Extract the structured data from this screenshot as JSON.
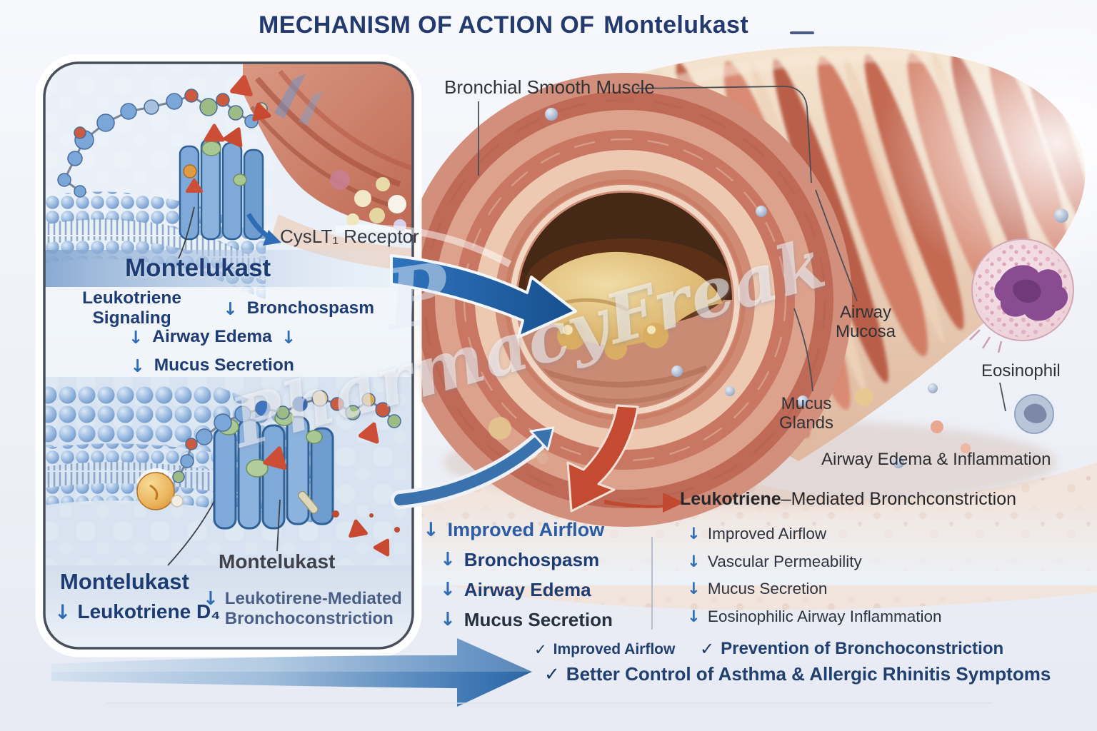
{
  "title": {
    "caps": "MECHANISM OF ACTION OF",
    "drug": "Montelukast"
  },
  "glyphs": {
    "down_arrow": "↓",
    "check": "✓"
  },
  "colors": {
    "title_navy": "#223a6d",
    "arrow_blue": "#2e6db5",
    "arrow_red": "#c0492f",
    "highlight_blue": "#2a5ca6",
    "membrane_blue": "#7fa9d8",
    "muscle_pink": "#cf7a64"
  },
  "inset_top": {
    "receptor_label": "CysLT₁ Receptor",
    "drug_label": "Montelukast",
    "effects": {
      "line1_left": "Leukotriene Signaling",
      "line1_right": "Bronchospasm",
      "line2": "Airway Edema",
      "line3": "Mucus Secretion"
    }
  },
  "inset_bottom": {
    "drug_label_left": "Montelukast",
    "drug_label_center": "Montelukast",
    "leukotriene_d4": "Leukotriene D₄",
    "mediated_line1": "Leukotirene-Mediated",
    "mediated_line2": "Bronchoconstriction"
  },
  "anatomy": {
    "bronchial_smooth_muscle": "Bronchial Smooth Muscle",
    "airway_mucosa_line1": "Airway",
    "airway_mucosa_line2": "Mucosa",
    "mucus_glands_line1": "Mucus",
    "mucus_glands_line2": "Glands",
    "eosinophil": "Eosinophil",
    "airway_edema_inflammation": "Airway Edema & Inflammation"
  },
  "center_outcomes": {
    "items": [
      "Improved Airflow",
      "Bronchospasm",
      "Airway Edema",
      "Mucus Secretion"
    ]
  },
  "right_outcomes": {
    "header_bold": "Leukotriene",
    "header_rest": "–Mediated Bronchconstriction",
    "items": [
      "Improved Airflow",
      "Vascular Permeability",
      "Mucus Secretion",
      "Eosinophilic Airway Inflammation"
    ]
  },
  "benefits": {
    "item1": "Improved Airflow",
    "item2": "Prevention of Bronchoconstriction",
    "item3": "Better Control of Asthma & Allergic Rhinitis Symptoms"
  },
  "watermark": {
    "main": "PharmacyFreak",
    "partial": "P"
  }
}
